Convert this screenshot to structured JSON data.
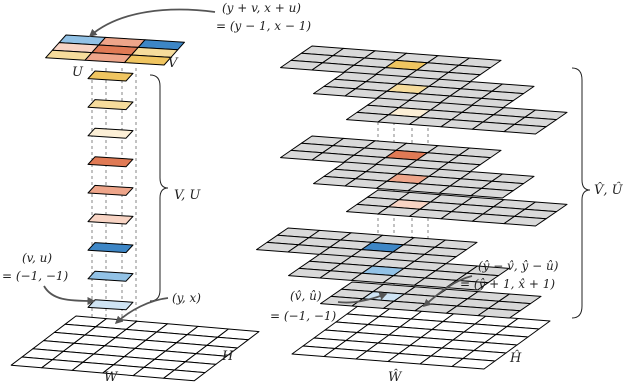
{
  "colors": {
    "ink": "#000000",
    "gray_tile": "#d9d9d9",
    "gold": "#f0c560",
    "gold_light": "#f6dc9c",
    "cream": "#fcefd6",
    "orange_dark": "#e07a55",
    "orange": "#eea58a",
    "orange_light": "#f8d4c4",
    "blue_dark": "#3d86c6",
    "blue": "#92c2e6",
    "blue_light": "#cfe4f4",
    "arrow": "#555555"
  },
  "left": {
    "top_annotation_line1": "(y + v, x + u)",
    "top_annotation_line2": "= (y − 1, x − 1)",
    "top_U": "U",
    "top_V": "V",
    "brace_label": "V, U",
    "vu_line1": "(v, u)",
    "vu_line2": "= (−1, −1)",
    "yx_label": "(y, x)",
    "grid_W": "W",
    "grid_H": "H",
    "top_patch_colors": [
      [
        "#92c2e6",
        "#eea58a",
        "#3d86c6"
      ],
      [
        "#f8d4c4",
        "#e07a55",
        "#f6dc9c"
      ],
      [
        "#f6dc9c",
        "#eea58a",
        "#f0c560"
      ]
    ],
    "stack_colors": [
      "#f0c560",
      "#f6dc9c",
      "#fcefd6",
      "#e07a55",
      "#eea58a",
      "#f8d4c4",
      "#3d86c6",
      "#92c2e6",
      "#cfe4f4"
    ]
  },
  "right": {
    "brace_label": "V̂, Û",
    "vu_line1": "(v̂, û)",
    "vu_line2": "= (−1, −1)",
    "yx_line1": "(ŷ − v̂, ŷ − û)",
    "yx_line2": "= (ŷ + 1, x̂ + 1)",
    "grid_W": "Ŵ",
    "grid_H": "Ĥ",
    "stack_highlight_colors": [
      "#f0c560",
      "#f6dc9c",
      "#fcefd6",
      "#e07a55",
      "#eea58a",
      "#f8d4c4",
      "#3d86c6",
      "#92c2e6",
      "#cfe4f4"
    ]
  }
}
